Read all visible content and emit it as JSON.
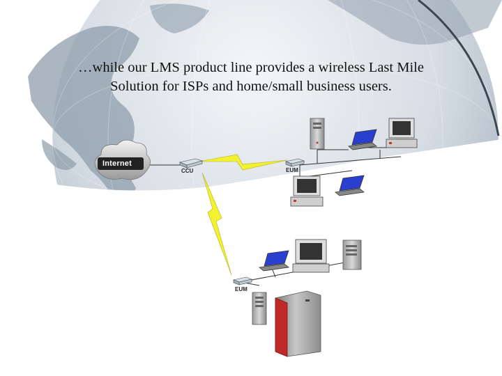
{
  "caption": {
    "line1": "…while our LMS product line provides a wireless Last Mile",
    "line2": "Solution for ISPs and home/small business users."
  },
  "labels": {
    "internet": "Internet",
    "ccu": "CCU",
    "eum_top": "EUM",
    "eum_bottom": "EUM"
  },
  "colors": {
    "globe": "#c9d2dc",
    "wireless_bolt": "#f2f230",
    "server_red": "#c0282a",
    "laptop_screen": "#2a3fd0"
  }
}
